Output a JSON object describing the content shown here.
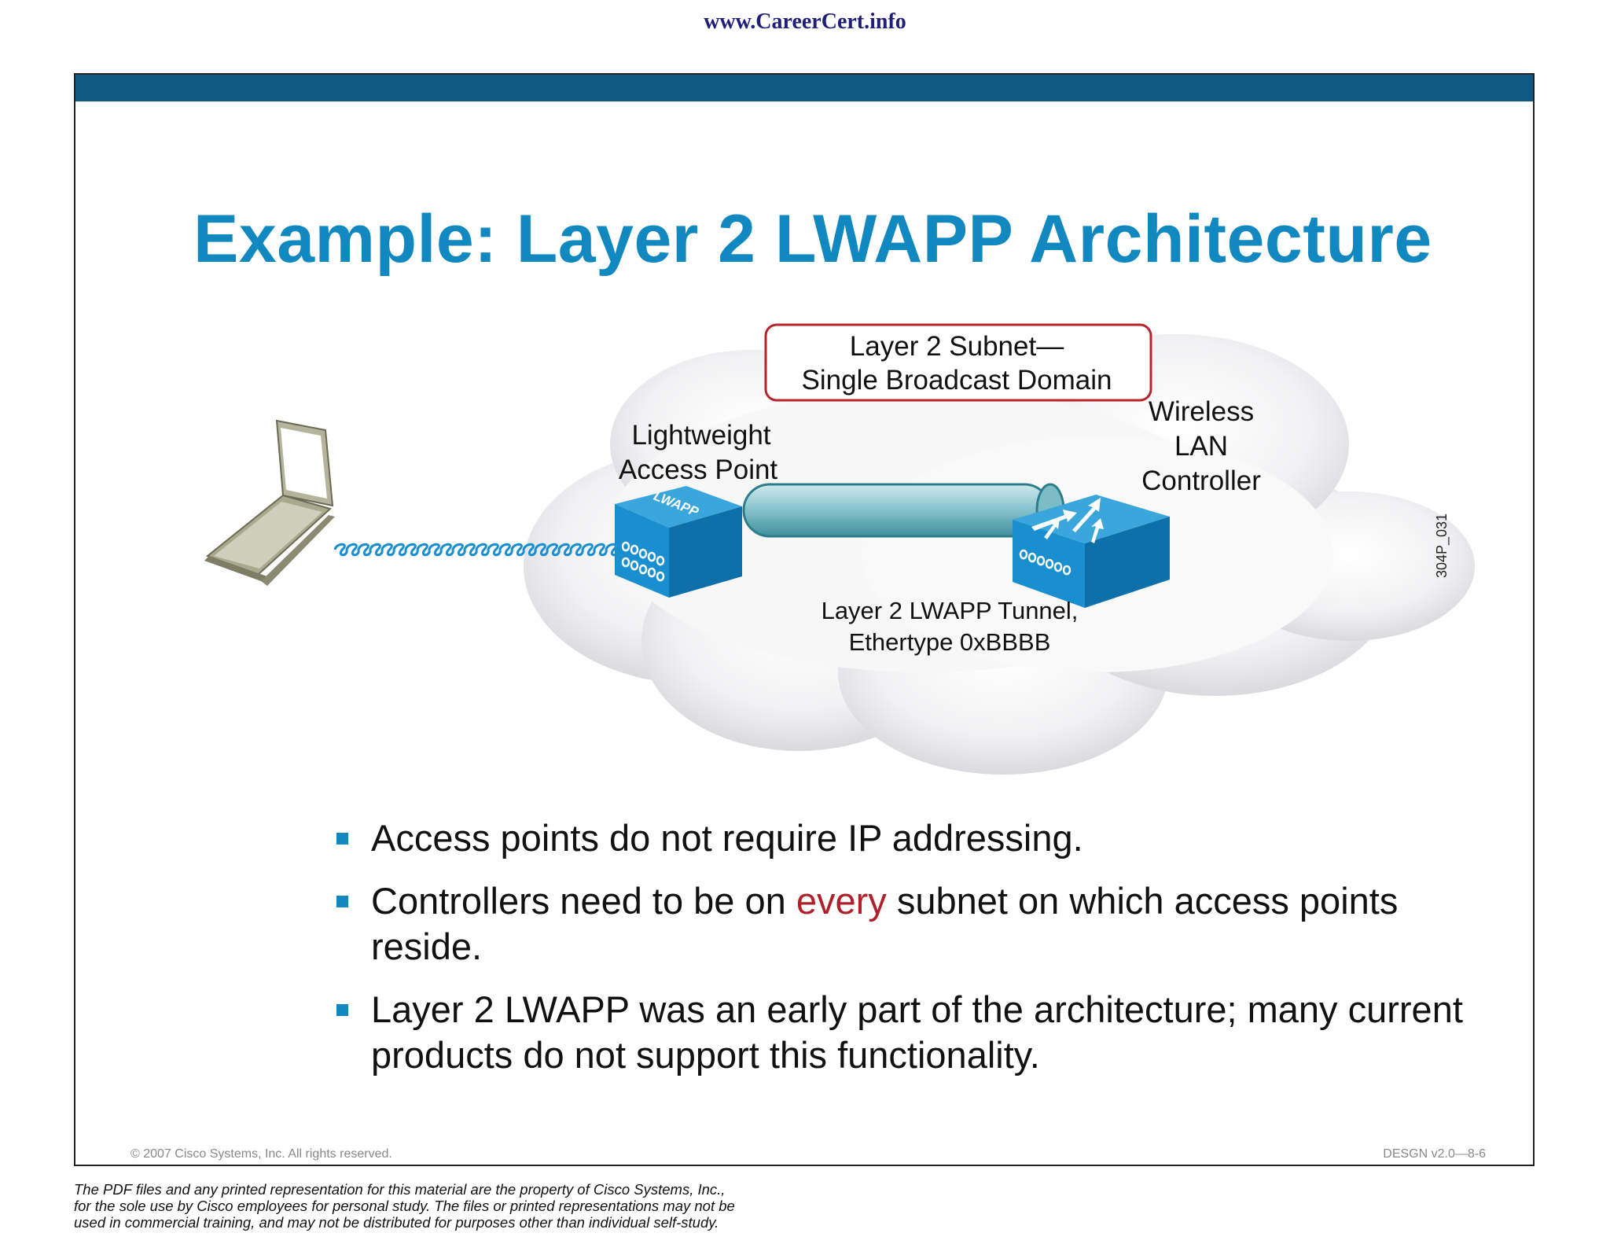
{
  "header": {
    "site_url": "www.CareerCert.info"
  },
  "slide": {
    "title": "Example: Layer 2 LWAPP Architecture",
    "diagram": {
      "subnet_label_line1": "Layer 2 Subnet—",
      "subnet_label_line2": "Single Broadcast Domain",
      "ap_label_line1": "Lightweight",
      "ap_label_line2": "Access Point",
      "ap_device_text": "LWAPP",
      "wlc_label_line1": "Wireless",
      "wlc_label_line2": "LAN",
      "wlc_label_line3": "Controller",
      "tunnel_label_line1": "Layer 2 LWAPP Tunnel,",
      "tunnel_label_line2": "Ethertype 0xBBBB",
      "figure_id": "304P_031"
    },
    "bullets": {
      "b1": "Access points do not require IP addressing.",
      "b2_part1": "Controllers need to be on ",
      "b2_highlight": "every",
      "b2_part2": " subnet on which access points reside.",
      "b3": "Layer 2 LWAPP was an early part of the architecture; many current products do not support this functionality."
    },
    "footer": {
      "copyright": "© 2007 Cisco Systems, Inc. All rights reserved.",
      "course_code": "DESGN v2.0—8-6"
    }
  },
  "disclaimer": {
    "line1": "The PDF files and any printed representation for this material are the property of Cisco Systems, Inc.,",
    "line2": "for the sole use by Cisco employees for personal study. The files or printed representations may not be",
    "line3": "used in commercial training, and may not be distributed for purposes other than individual self-study."
  },
  "colors": {
    "title": "#1188bf",
    "top_bar": "#0f5a84",
    "device_blue": "#1a8fd0",
    "highlight_red": "#b0202a",
    "subnet_box_border": "#b8232b"
  }
}
